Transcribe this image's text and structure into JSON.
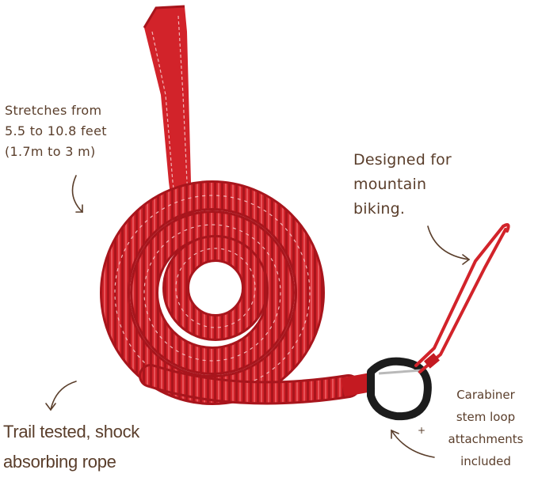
{
  "captions": {
    "stretch": [
      "Stretches from",
      "5.5 to 10.8 feet",
      "(1.7m to 3 m)"
    ],
    "designed": [
      "Designed for",
      "mountain",
      "biking."
    ],
    "trail": [
      "Trail tested, shock",
      "absorbing rope"
    ],
    "carabiner": [
      "Carabiner",
      "stem loop",
      "attachments",
      "included"
    ]
  },
  "colors": {
    "rope": "#d2232a",
    "rope_dark": "#a8151c",
    "rope_light": "#e8545a",
    "stitch": "#f2b7b9",
    "text": "#5a3e2b",
    "carabiner": "#1c1c1c"
  },
  "icons": [
    "arrow-icon",
    "carabiner-icon",
    "bungee-rope-image"
  ]
}
